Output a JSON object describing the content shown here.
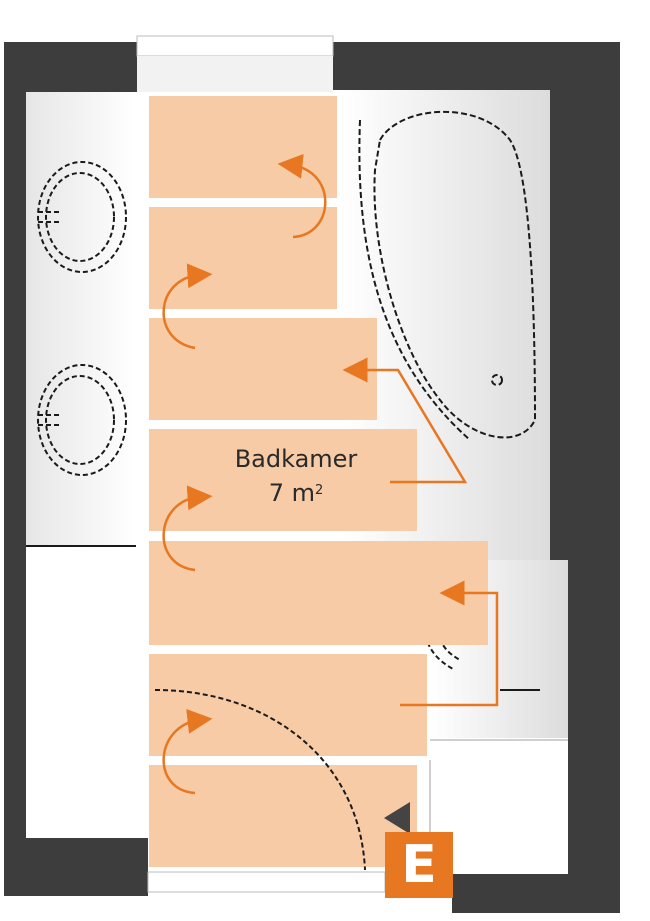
{
  "room": {
    "name": "Badkamer",
    "area_value": "7 m",
    "area_exponent": "2"
  },
  "entry_marker": {
    "letter": "E"
  },
  "colors": {
    "wall": "#3d3d3d",
    "floor_panel": "#f6cba5",
    "accent_orange": "#e87722",
    "fixture_outline": "#1a1a1a"
  },
  "icons": [
    "sink-icon",
    "bathtub-icon",
    "shower-tray-icon",
    "door-swing-icon",
    "rotation-arrow-icon",
    "entry-triangle-icon"
  ]
}
